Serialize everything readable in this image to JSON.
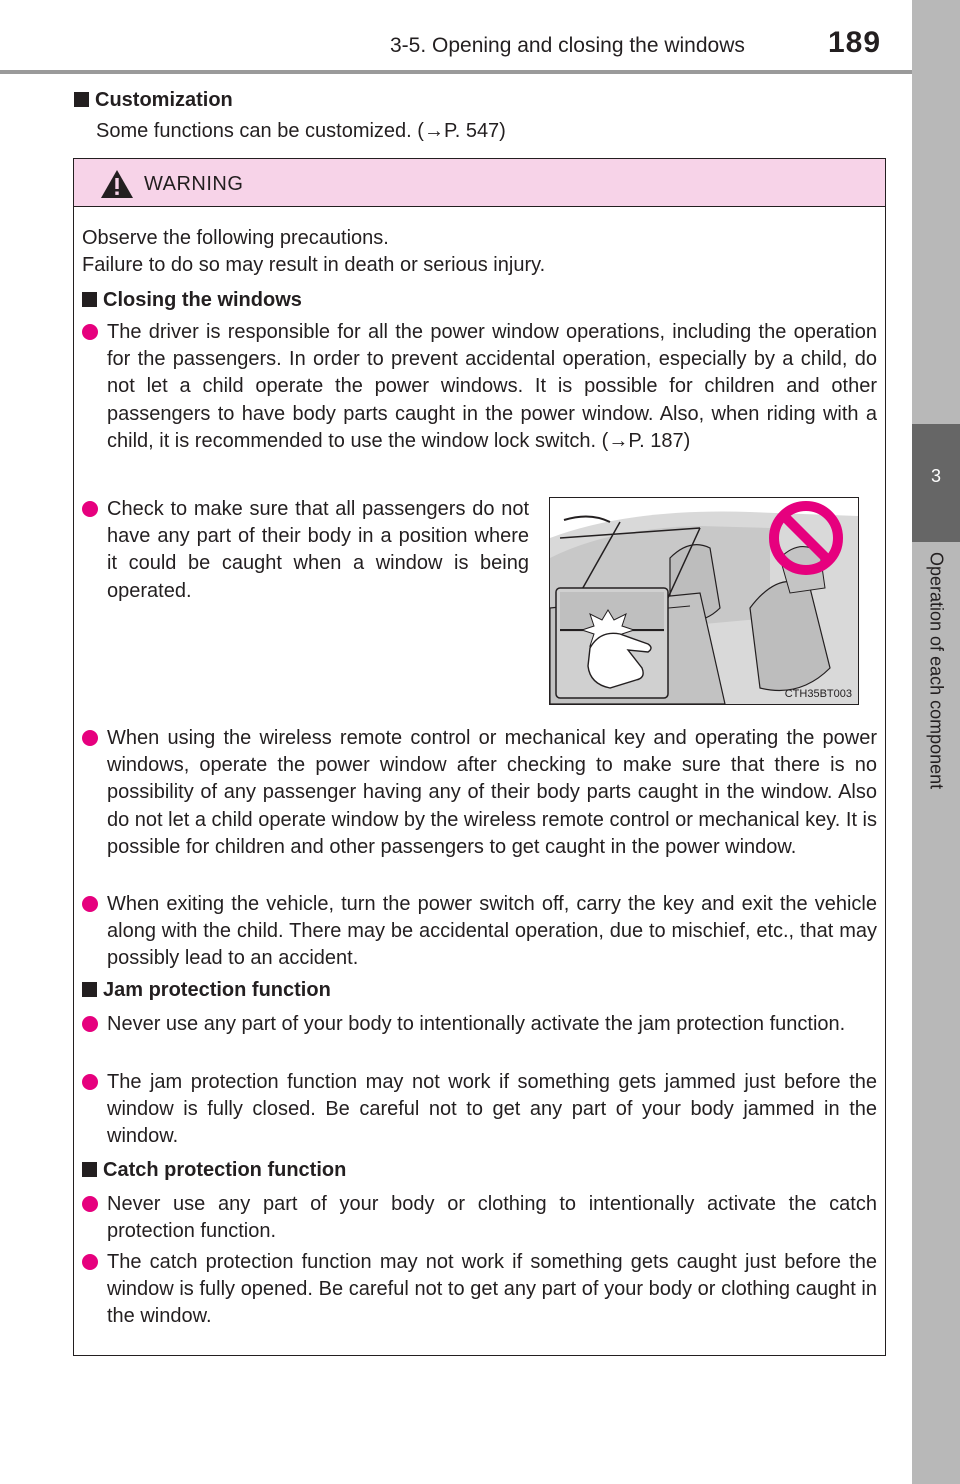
{
  "header": {
    "section_title": "3-5. Opening and closing the windows",
    "page_number": "189"
  },
  "side_tab": {
    "chapter_number": "3",
    "chapter_label": "Operation of each component"
  },
  "customization": {
    "heading": "Customization",
    "text": "Some functions can be customized. (→P. 547)"
  },
  "warning": {
    "title": "WARNING",
    "intro_line1": "Observe the following precautions.",
    "intro_line2": "Failure to do so may result in death or serious injury.",
    "closing": {
      "heading": "Closing the windows",
      "bullets": [
        "The driver is responsible for all the power window operations, including the operation for the passengers. In order to prevent accidental operation, especially by a child, do not let a child operate the power windows. It is possible for children and other passengers to have body parts caught in the power window. Also, when riding with a child, it is recommended to use the window lock switch. (→P. 187)",
        "Check to make sure that all passengers do not have any part of their body in a position where it could be caught when a window is being operated.",
        "When using the wireless remote control or mechanical key and operating the power windows, operate the power window after checking to make sure that there is no possibility of any passenger having any of their body parts caught in the window. Also do not let a child operate window by the wireless remote control or mechanical key. It is possible for children and other passengers to get caught in the power window.",
        "When exiting the vehicle, turn the power switch off, carry the key and exit the vehicle along with the child. There may be accidental operation, due to mischief, etc., that may possibly lead to an accident."
      ]
    },
    "jam": {
      "heading": "Jam protection function",
      "bullets": [
        "Never use any part of your body to intentionally activate the jam protection function.",
        "The jam protection function may not work if something gets jammed just before the window is fully closed. Be careful not to get any part of your body jammed in the window."
      ]
    },
    "catch": {
      "heading": "Catch protection function",
      "bullets": [
        "Never use any part of your body or clothing to intentionally activate the catch protection function.",
        "The catch protection function may not work if something gets caught just before the window is fully opened. Be careful not to get any part of your body or clothing caught in the window."
      ]
    },
    "illustration_code": "CTH35BT003"
  },
  "colors": {
    "warning_header_bg": "#f7d3e8",
    "bullet_magenta": "#e6007e",
    "tab_dark": "#666666",
    "tab_light": "#b8b8b8"
  }
}
